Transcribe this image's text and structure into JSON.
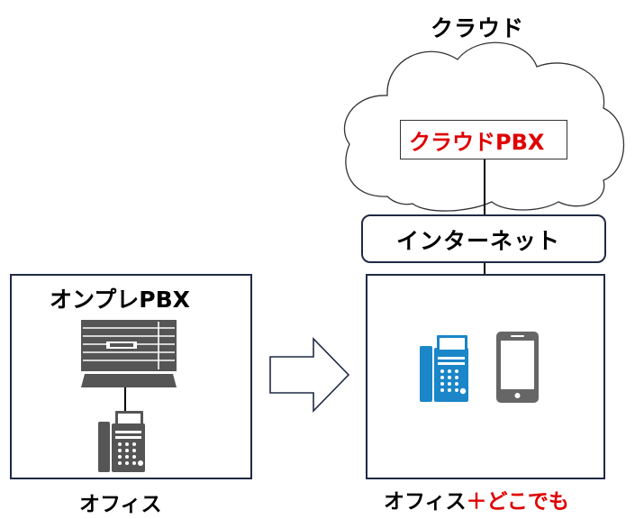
{
  "cloud": {
    "title": "クラウド",
    "pbx_label": "クラウドPBX"
  },
  "internet": {
    "label": "インターネット"
  },
  "onprem": {
    "title": "オンプレPBX",
    "caption": "オフィス"
  },
  "new_office": {
    "caption_main": "オフィス",
    "caption_accent": "＋どこでも"
  },
  "colors": {
    "accent_red": "#e00000",
    "phone_blue": "#1b86c8",
    "phone_gray": "#555555",
    "frame_navy": "#1f2a44"
  },
  "icons": [
    "cloud-icon",
    "arrow-right-icon",
    "pbx-server-icon",
    "desk-phone-icon",
    "smartphone-icon"
  ]
}
